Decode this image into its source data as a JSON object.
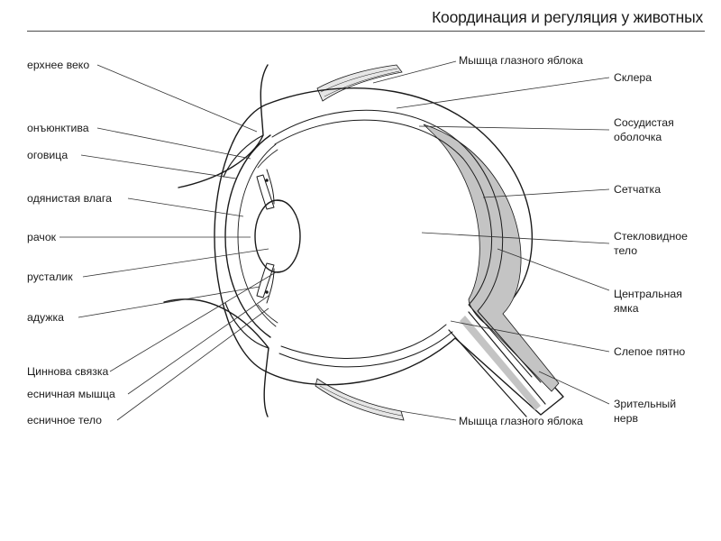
{
  "header": {
    "title": "Координация и регуляция у животных"
  },
  "colors": {
    "ink": "#1a1a1a",
    "choroid": "#c4c4c4",
    "rule": "#4a4a4a"
  },
  "labels": {
    "left": [
      "ерхнее веко",
      "онъюнктива",
      "оговица",
      "одянистая влага",
      "рачок",
      "русталик",
      "адужка",
      "Циннова связка",
      "есничная мышца",
      "есничное тело"
    ],
    "right": {
      "muscle_top": "Мышца глазного яблока",
      "sclera": "Склера",
      "choroid": [
        "Сосудистая",
        "оболочка"
      ],
      "retina": "Сетчатка",
      "vitreous": [
        "Стекловидное",
        "тело"
      ],
      "fovea": [
        "Центральная",
        "ямка"
      ],
      "blind_spot": "Слепое пятно",
      "optic_nerve": [
        "Зрительный",
        "нерв"
      ],
      "muscle_bottom": "Мышца глазного яблока"
    }
  }
}
